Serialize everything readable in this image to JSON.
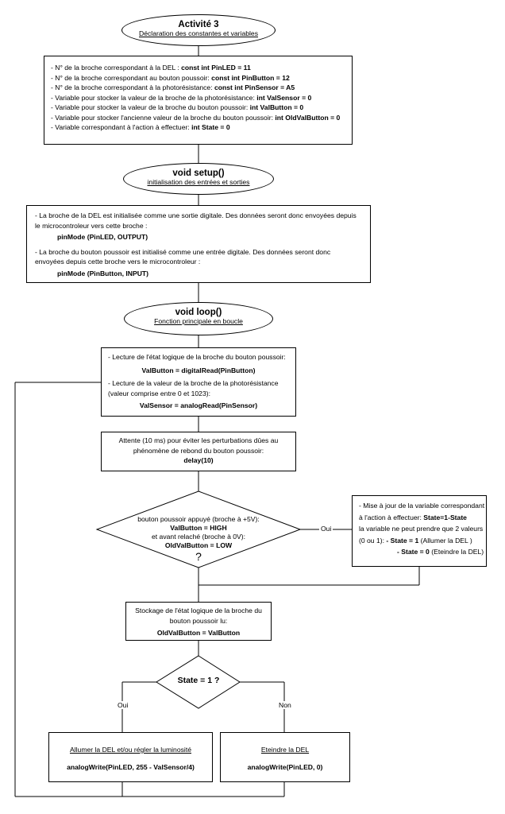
{
  "header": {
    "title": "Activité 3",
    "subtitle": "Déclaration des constantes et variables"
  },
  "declarations": [
    {
      "text": "- N° de la broche correspondant à la DEL :  ",
      "code": "const int PinLED = 11"
    },
    {
      "text": "- N° de la broche correspondant au bouton poussoir:  ",
      "code": "const int PinButton = 12"
    },
    {
      "text": "- N° de la broche correspondant à la photorésistance: ",
      "code": "const int PinSensor = A5"
    },
    {
      "text": "- Variable pour stocker la valeur de la broche de la photorésistance: ",
      "code": "int ValSensor = 0"
    },
    {
      "text": "- Variable pour stocker la valeur de la broche du bouton poussoir: ",
      "code": "int ValButton = 0"
    },
    {
      "text": "- Variable pour stocker l'ancienne valeur de la broche du bouton poussoir: ",
      "code": "int OldValButton = 0"
    },
    {
      "text": "- Variable correspondant à l'action à effectuer:  ",
      "code": "int State = 0"
    }
  ],
  "setup": {
    "title": "void setup()",
    "subtitle": "initialisation des entrées et sorties"
  },
  "setup_box": {
    "p1_line1": "- La broche de la DEL est initialisée comme une sortie digitale. Des données seront donc envoyées depuis",
    "p1_line2": "le microcontroleur vers cette broche :",
    "code1": "pinMode (PinLED, OUTPUT)",
    "p2_line1": "- La broche du bouton poussoir est initialisé comme une entrée digitale. Des données seront donc",
    "p2_line2": "envoyées depuis cette broche vers le microcontroleur :",
    "code2": "pinMode (PinButton, INPUT)"
  },
  "loop": {
    "title": "void loop()",
    "subtitle": "Fonction principale en boucle"
  },
  "read_box": {
    "l1": "- Lecture de l'état logique de la broche du bouton poussoir:",
    "code1": "ValButton = digitalRead(PinButton)",
    "l2": "- Lecture de la valeur de la broche de la photorésistance",
    "l3": "(valeur comprise entre 0 et 1023):",
    "code2": "ValSensor = analogRead(PinSensor)"
  },
  "delay_box": {
    "l1": "Attente (10 ms) pour éviter les perturbations dûes au",
    "l2": "phénomène de rebond du bouton poussoir:",
    "code": "delay(10)"
  },
  "decision1": {
    "l1": "bouton poussoir appuyé (broche à +5V):",
    "l2": "ValButton = HIGH",
    "l3": "et avant relaché (broche à 0V):",
    "l4": "OldValButton = LOW",
    "q": "?",
    "yes": "Oui"
  },
  "update_box": {
    "l1": "- Mise à jour de la variable correspondant",
    "l2": "à l'action à effectuer: ",
    "l2b": "State=1-State",
    "l3": "la variable ne peut prendre que 2 valeurs",
    "l4": "(0 ou 1):  ",
    "l4b": "- State = 1",
    "l4c": " (Allumer la DEL )",
    "l5b": "- State = 0",
    "l5c": " (Eteindre la DEL)"
  },
  "store_box": {
    "l1": "Stockage de l'état logique de la broche du",
    "l2": "bouton poussoir lu:",
    "code": "OldValButton = ValButton"
  },
  "decision2": {
    "text": "State = 1 ?",
    "yes": "Oui",
    "no": "Non"
  },
  "on_box": {
    "title": "Allumer la DEL et/ou régler la luminosité",
    "code": "analogWrite(PinLED, 255 - ValSensor/4)"
  },
  "off_box": {
    "title": "Eteindre la DEL",
    "code": "analogWrite(PinLED, 0)"
  }
}
